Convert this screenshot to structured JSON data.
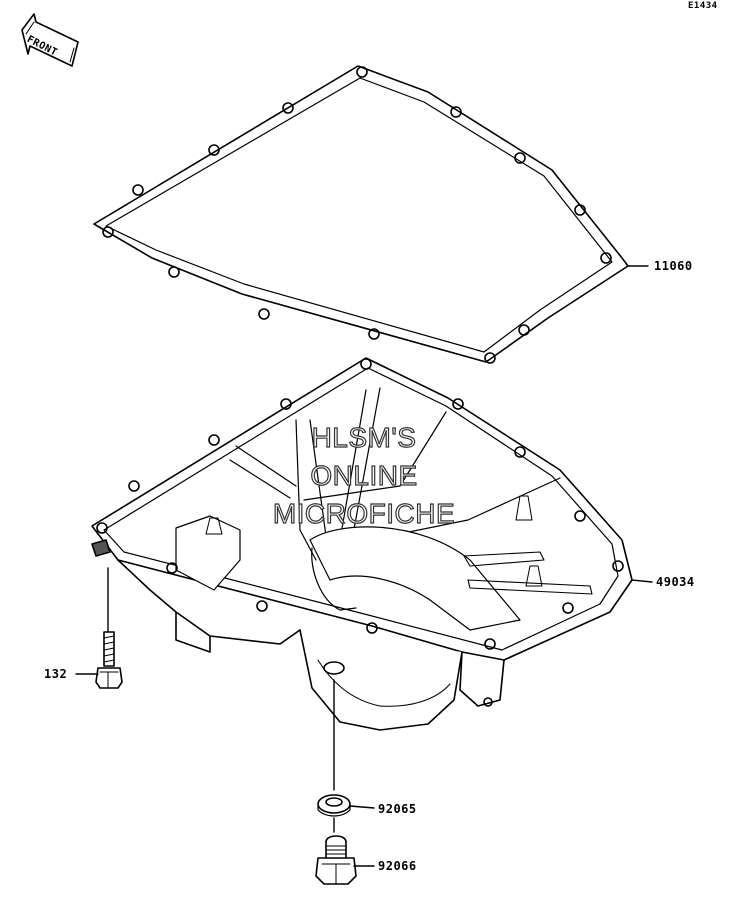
{
  "figure_id": "E1434",
  "front_arrow_label": "FRONT",
  "parts": {
    "gasket": "11060",
    "oil_pan": "49034",
    "bolt": "132",
    "washer": "92065",
    "drain_plug": "92066"
  },
  "watermark": {
    "line1": "HLSM'S",
    "line2": "ONLINE",
    "line3": "MICROFICHE"
  }
}
